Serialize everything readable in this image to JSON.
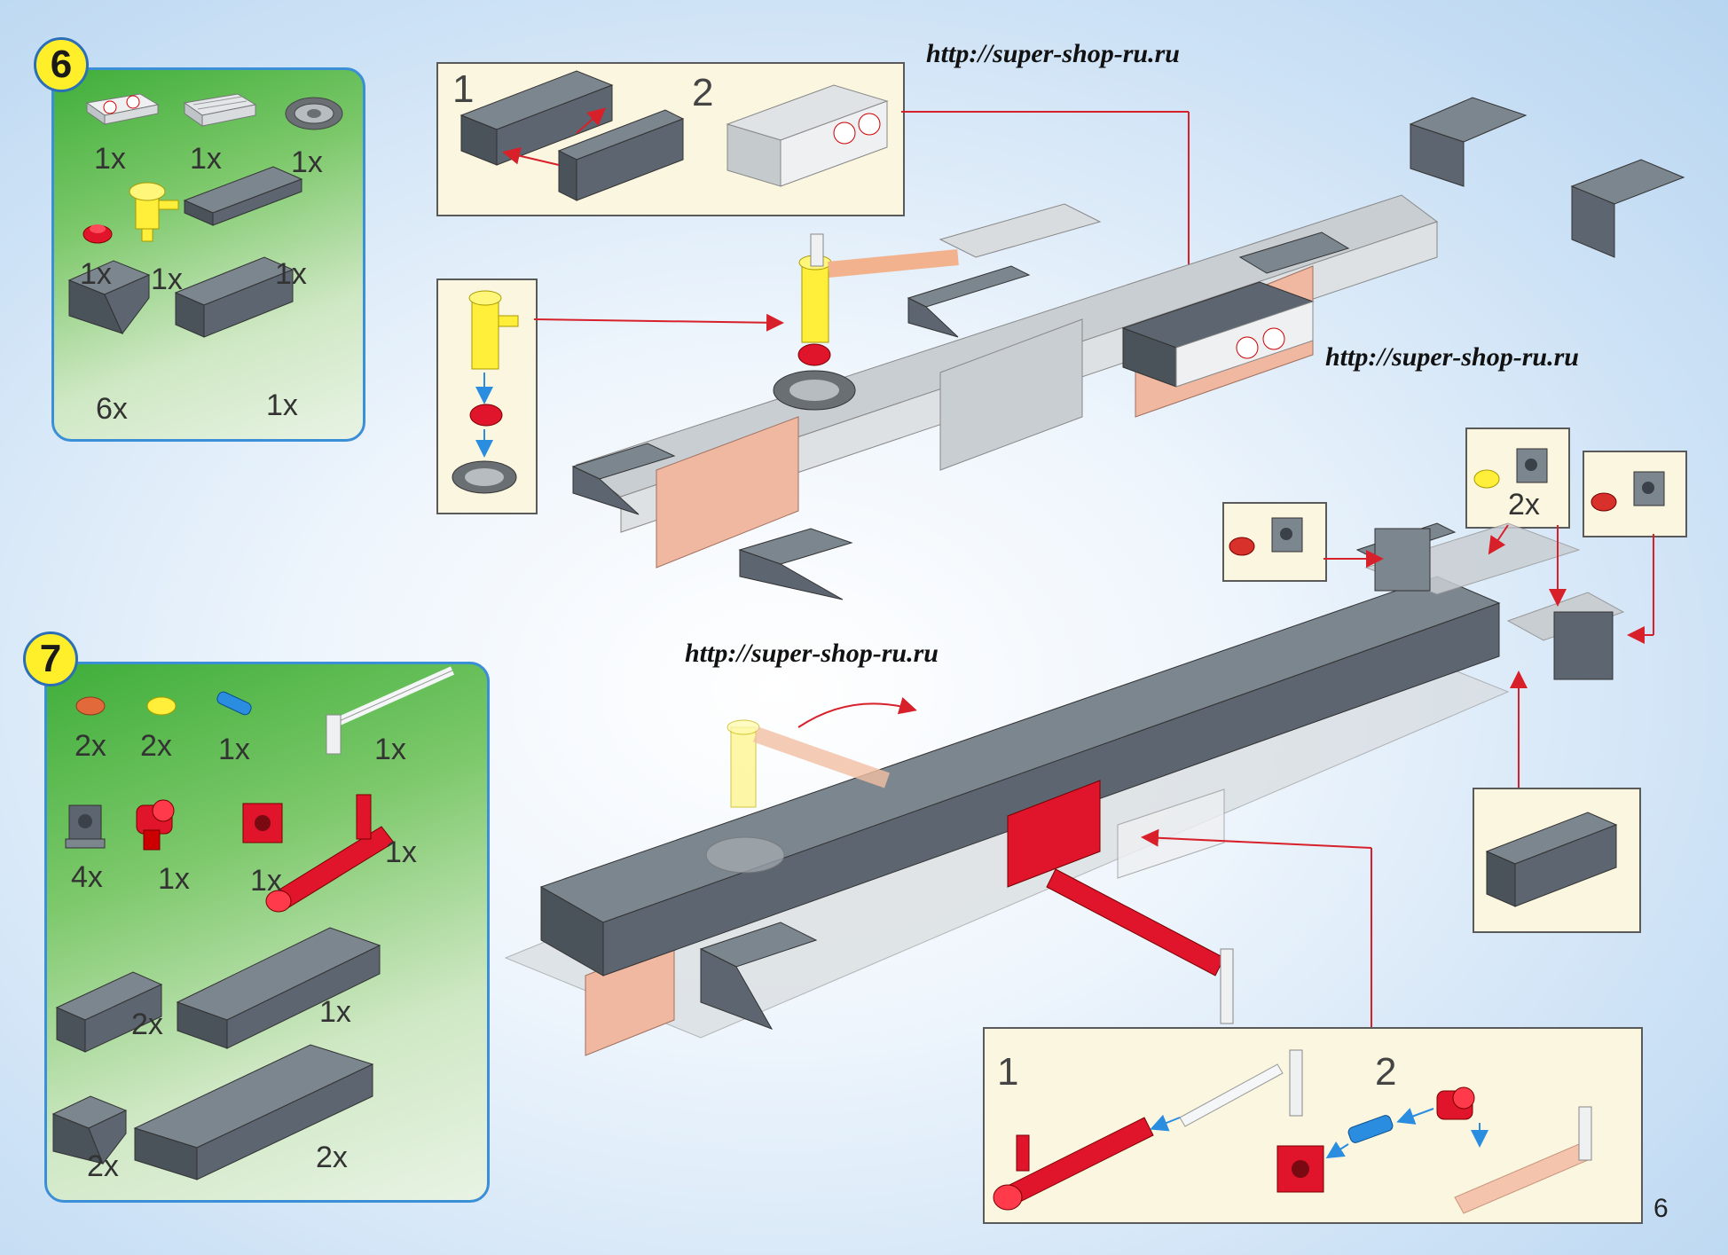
{
  "watermarks": [
    "http://super-shop-ru.ru",
    "http://super-shop-ru.ru",
    "http://super-shop-ru.ru"
  ],
  "page_number": "6",
  "step6": {
    "number": "6",
    "quantities": [
      "1x",
      "1x",
      "1x",
      "1x",
      "1x",
      "1x",
      "6x",
      "1x"
    ]
  },
  "step7": {
    "number": "7",
    "quantities": [
      "2x",
      "2x",
      "1x",
      "1x",
      "4x",
      "1x",
      "1x",
      "1x",
      "2x",
      "1x",
      "2x",
      "2x"
    ]
  },
  "callouts": {
    "top": {
      "num1": "1",
      "num2": "2"
    },
    "bottom": {
      "num1": "1",
      "num2": "2"
    },
    "yellow_pin": {
      "qty": "2x"
    }
  },
  "colors": {
    "dark_grey": "#5d6670",
    "light_grey": "#c9ced3",
    "salmon": "#f0b8a0",
    "red": "#e0142a",
    "yellow": "#ffee3a",
    "blue": "#2a8de0",
    "arrow": "#d8202a"
  }
}
